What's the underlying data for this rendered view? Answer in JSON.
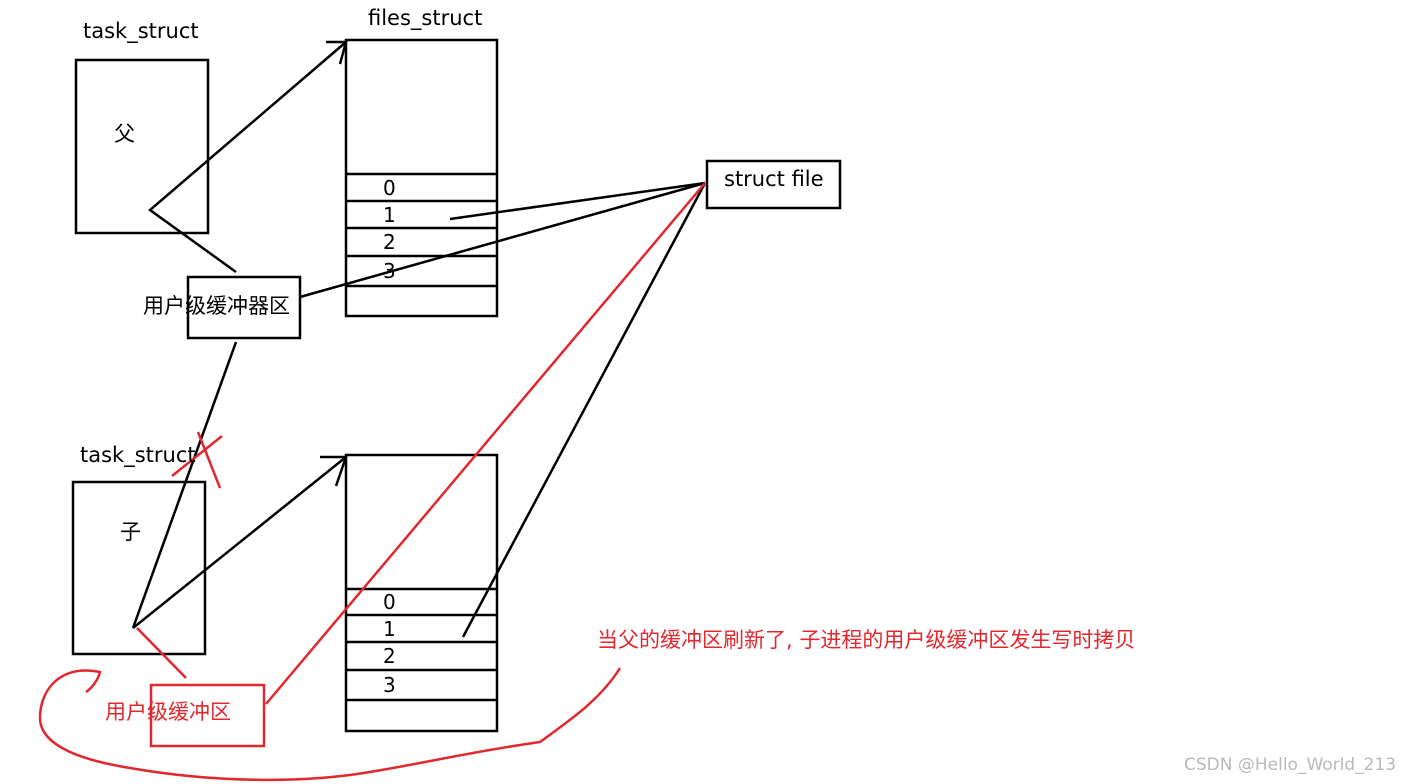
{
  "parent": {
    "task_struct_label": "task_struct",
    "process_label": "父",
    "buffer_label": "用户级缓冲器区"
  },
  "child": {
    "task_struct_label": "task_struct",
    "process_label": "子",
    "buffer_label": "用户级缓冲区"
  },
  "files_struct_label": "files_struct",
  "fd_indices": [
    "0",
    "1",
    "2",
    "3"
  ],
  "struct_file_label": "struct file",
  "annotation": "当父的缓冲区刷新了, 子进程的用户级缓冲区发生写时拷贝",
  "watermark": "CSDN @Hello_World_213",
  "colors": {
    "ink": "#000000",
    "annotation": "#e0282e",
    "watermark": "#b9b9b9"
  }
}
